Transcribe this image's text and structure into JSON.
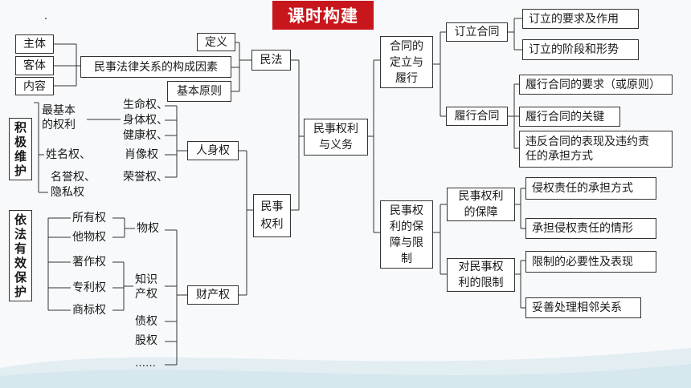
{
  "header": {
    "title": "课时构建"
  },
  "left_top": {
    "subject": "主体",
    "object": "客体",
    "content": "内容",
    "factors": "民事法律关系的构成因素",
    "definition": "定义",
    "principles": "基本原则",
    "civil_law": "民法"
  },
  "active": {
    "title": "积极维护",
    "basic": "最基本\n的权利",
    "r1": "生命权、",
    "r2": "身体权、",
    "r3": "健康权、",
    "name": "姓名权、",
    "portrait": "肖像权",
    "reputation": "名誉权、",
    "honor": "荣誉权、",
    "privacy": "隐私权",
    "personal": "人身权"
  },
  "protect": {
    "title": "依法有效保护",
    "ownership": "所有权",
    "other_property": "他物权",
    "real_right": "物权",
    "copyright": "著作权",
    "patent": "专利权",
    "trademark": "商标权",
    "ip": "知识\n产权",
    "debt": "债权",
    "equity": "股权",
    "ellipsis": "……",
    "property": "财产权"
  },
  "center": {
    "civil_rights": "民事\n权利",
    "rights_duties": "民事权利\n与义务"
  },
  "contract": {
    "main": "合同的\n定立与\n履行",
    "conclude": "订立合同",
    "c1": "订立的要求及作用",
    "c2": "订立的阶段和形势",
    "perform": "履行合同",
    "p1": "履行合同的要求（或原则）",
    "p2": "履行合同的关键",
    "p3": "违反合同的表现及违约责\n任的承担方式"
  },
  "guarantee": {
    "main": "民事权\n利的保\n障与限\n制",
    "g": "民事权利\n的保障",
    "g1": "侵权责任的承担方式",
    "g2": "承担侵权责任的情形",
    "limit": "对民事权\n利的限制",
    "l1": "限制的必要性及表现",
    "l2": "妥善处理相邻关系"
  }
}
